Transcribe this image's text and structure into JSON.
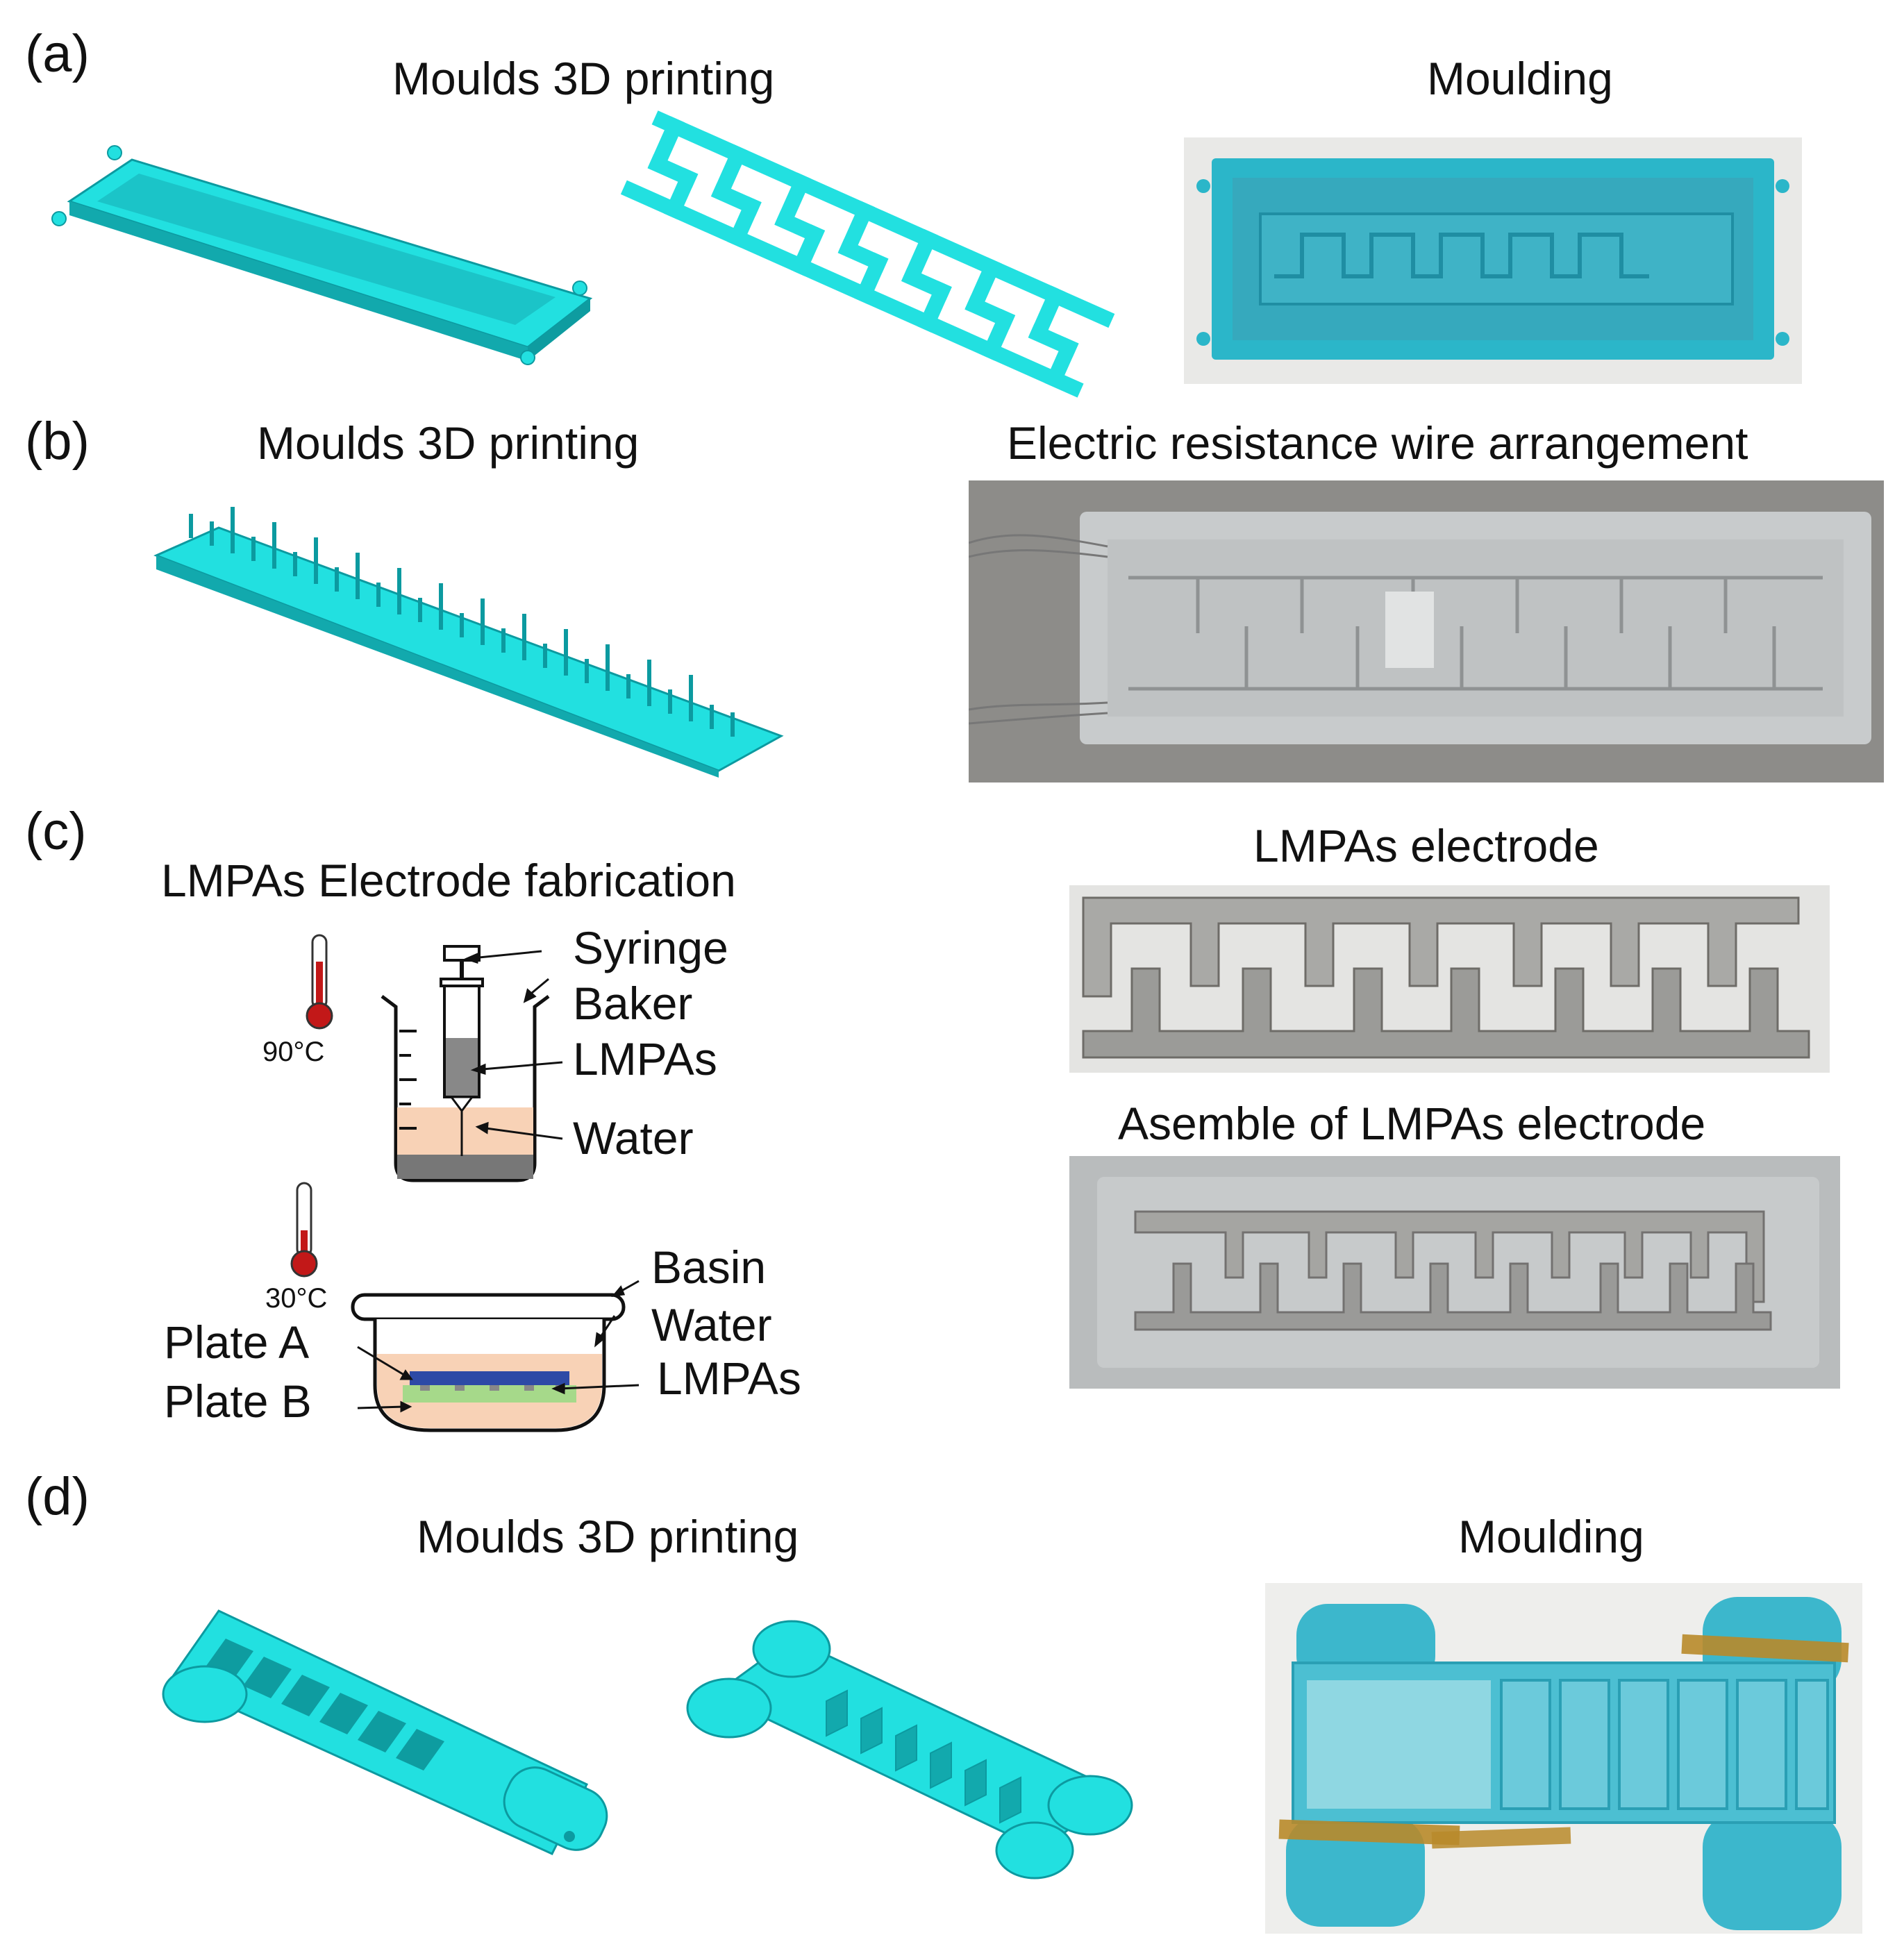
{
  "panels": {
    "a": {
      "letter": "(a)",
      "left_title": "Moulds 3D printing",
      "right_title": "Moulding"
    },
    "b": {
      "letter": "(b)",
      "left_title": "Moulds 3D printing",
      "right_title": "Electric resistance wire arrangement"
    },
    "c": {
      "letter": "(c)",
      "left_title": "LMPAs Electrode fabrication",
      "right_title_top": "LMPAs electrode",
      "right_title_bottom": "Asemble of LMPAs electrode",
      "beaker_labels": [
        "Syringe",
        "Baker",
        "LMPAs",
        "Water"
      ],
      "beaker_temp": "90°C",
      "basin_labels": [
        "Basin",
        "Water",
        "LMPAs"
      ],
      "basin_plate_labels": [
        "Plate A",
        "Plate B"
      ],
      "basin_temp": "30°C"
    },
    "d": {
      "letter": "(d)",
      "left_title": "Moulds 3D printing",
      "right_title": "Moulding"
    }
  },
  "colors": {
    "mould_cyan": "#22e0e0",
    "mould_dark": "#12b5b8",
    "photo_mould": "#2bb6c9",
    "silicone_grey": "#c6c9ca",
    "metal_silver": "#a9a9a6",
    "water_peach": "#f8d2b6",
    "lmpa_grey": "#888888",
    "plate_blue": "#2d4aa6",
    "plate_green": "#a6d98a",
    "thermo_red": "#c21818"
  }
}
